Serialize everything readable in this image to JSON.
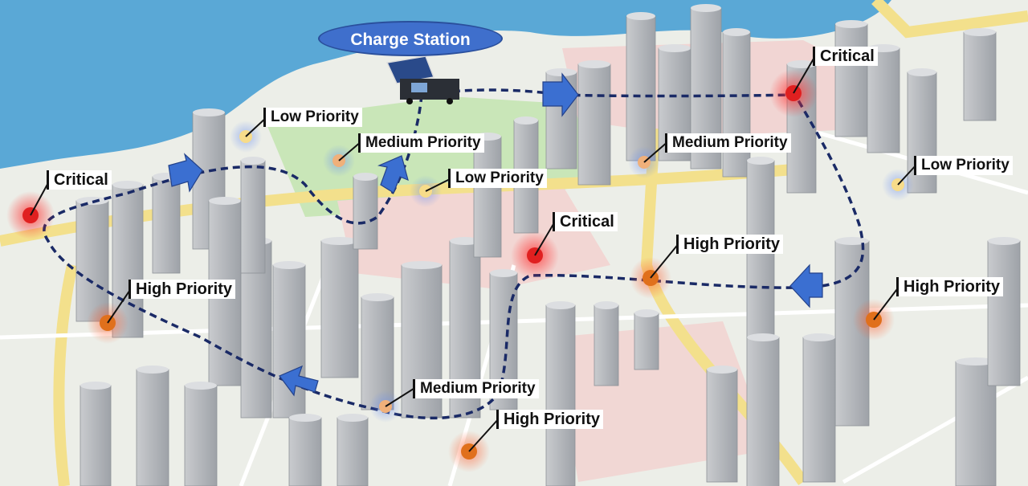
{
  "charge_station": {
    "label": "Charge Station"
  },
  "legend_levels": {
    "critical": {
      "color": "#e02020"
    },
    "high": {
      "color": "#e0701c"
    },
    "medium": {
      "color": "#f0b07a"
    },
    "low": {
      "color": "#f7dc8a"
    }
  },
  "nodes": [
    {
      "label": "Critical",
      "level": "critical"
    },
    {
      "label": "Critical",
      "level": "critical"
    },
    {
      "label": "Critical",
      "level": "critical"
    },
    {
      "label": "High Priority",
      "level": "high"
    },
    {
      "label": "High Priority",
      "level": "high"
    },
    {
      "label": "High Priority",
      "level": "high"
    },
    {
      "label": "High Priority",
      "level": "high"
    },
    {
      "label": "Medium Priority",
      "level": "medium"
    },
    {
      "label": "Medium Priority",
      "level": "medium"
    },
    {
      "label": "Medium Priority",
      "level": "medium"
    },
    {
      "label": "Low Priority",
      "level": "low"
    },
    {
      "label": "Low Priority",
      "level": "low"
    },
    {
      "label": "Low Priority",
      "level": "low"
    }
  ],
  "route": {
    "color": "#1a2a66",
    "arrow_color": "#3b6fd1"
  }
}
